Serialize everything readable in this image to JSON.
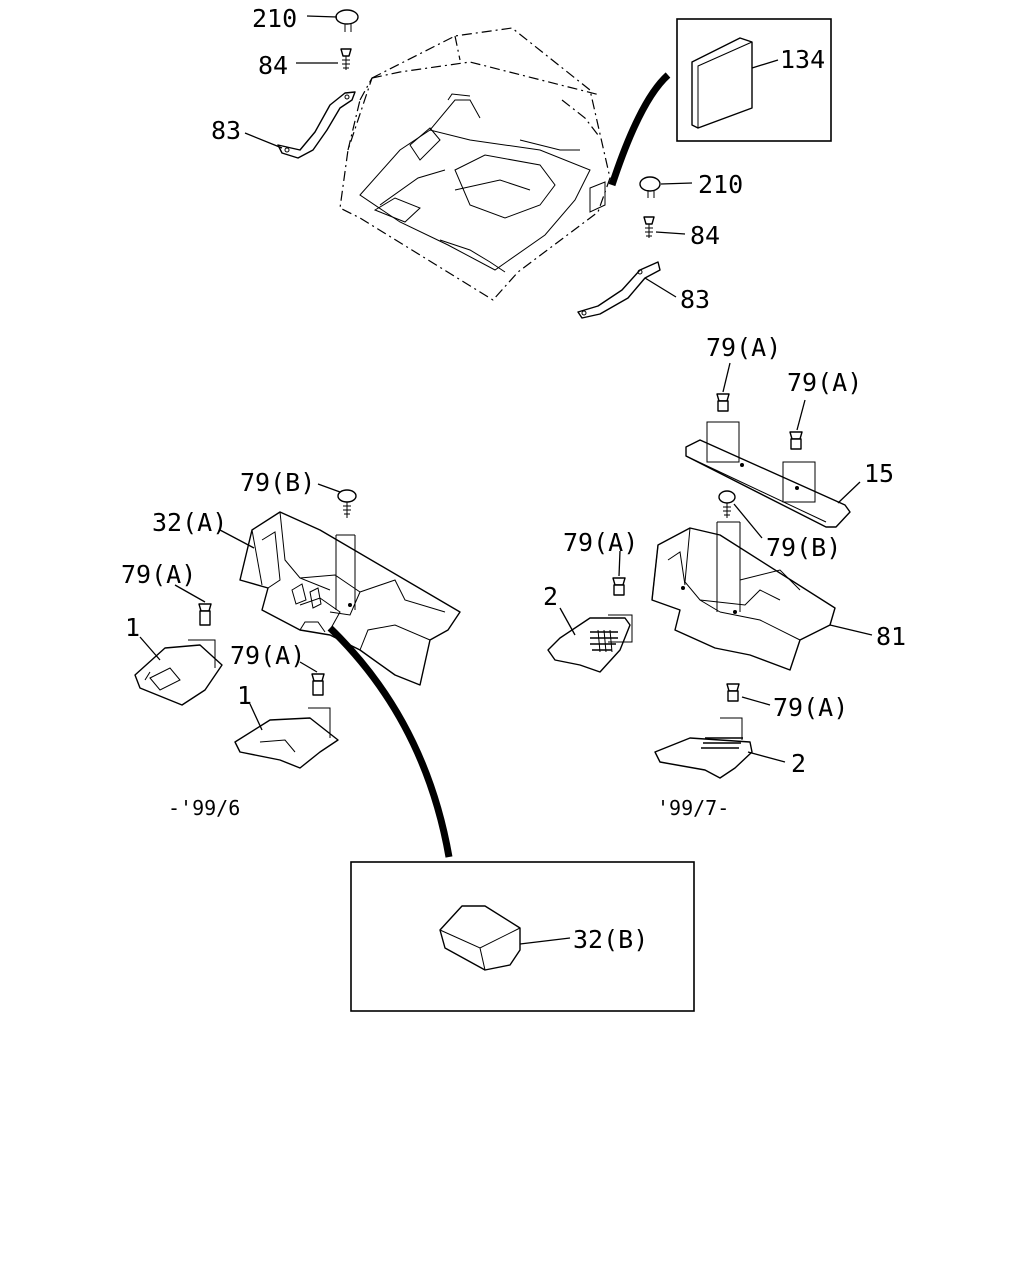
{
  "labels": {
    "l210_top": "210",
    "l84_top": "84",
    "l83_top": "83",
    "l134": "134",
    "l210_mid": "210",
    "l84_mid": "84",
    "l83_mid": "83",
    "l79a_r1": "79(A)",
    "l79a_r2": "79(A)",
    "l15": "15",
    "l79b_r": "79(B)",
    "l79a_r3": "79(A)",
    "l2_r1": "2",
    "l81": "81",
    "l79a_r4": "79(A)",
    "l2_r2": "2",
    "l79b_l": "79(B)",
    "l32a": "32(A)",
    "l79a_l1": "79(A)",
    "l1_l1": "1",
    "l79a_l2": "79(A)",
    "l1_l2": "1",
    "l32b": "32(B)"
  },
  "captions": {
    "left_range": "-'99/6",
    "right_range": "'99/7-"
  }
}
